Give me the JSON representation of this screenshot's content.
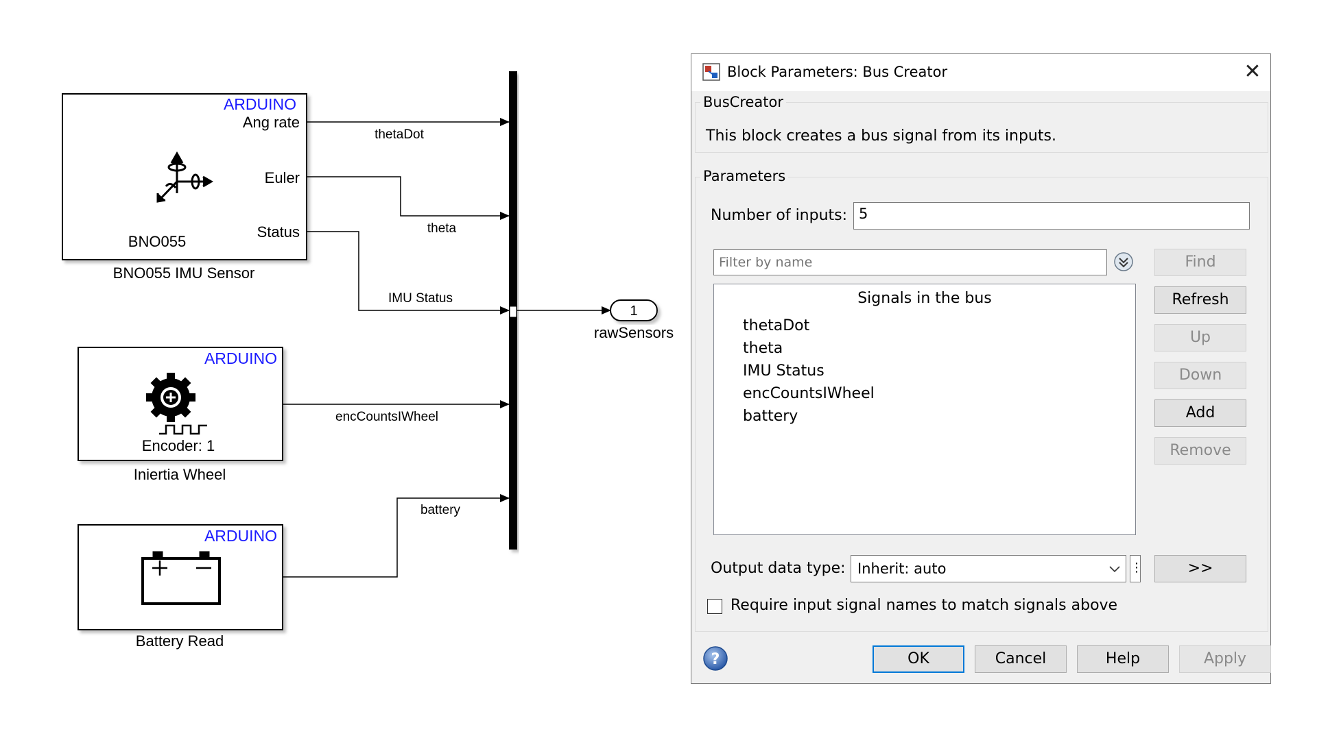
{
  "diagram": {
    "blocks": [
      {
        "vendor": "ARDUINO",
        "ports_out": [
          "Ang rate",
          "Euler",
          "Status"
        ],
        "inner_label": "BNO055",
        "caption": "BNO055 IMU  Sensor",
        "icon": "imu-axes-icon"
      },
      {
        "vendor": "ARDUINO",
        "inner_label": "Encoder: 1",
        "caption": "Iniertia Wheel",
        "icon": "encoder-gear-icon"
      },
      {
        "vendor": "ARDUINO",
        "caption": "Battery Read",
        "icon": "battery-icon"
      }
    ],
    "signals": [
      "thetaDot",
      "theta",
      "IMU Status",
      "encCountsIWheel",
      "battery"
    ],
    "outport": {
      "number": "1",
      "name": "rawSensors"
    },
    "colors": {
      "vendor": "#1a1aff",
      "line": "#000000"
    }
  },
  "dialog": {
    "title": "Block Parameters: Bus Creator",
    "close_icon": "close-icon",
    "section_block": "BusCreator",
    "description": "This block creates a bus signal from its inputs.",
    "section_parameters": "Parameters",
    "num_inputs_label": "Number of inputs:",
    "num_inputs_value": "5",
    "filter_placeholder": "Filter by name",
    "signals_header": "Signals in the bus",
    "signals": [
      "thetaDot",
      "theta",
      "IMU Status",
      "encCountsIWheel",
      "battery"
    ],
    "side_buttons": {
      "find": "Find",
      "refresh": "Refresh",
      "up": "Up",
      "down": "Down",
      "add": "Add",
      "remove": "Remove"
    },
    "output_type_label": "Output data type:",
    "output_type_value": "Inherit: auto",
    "expand_button": ">>",
    "checkbox_label": "Require input signal names to match signals above",
    "footer": {
      "ok": "OK",
      "cancel": "Cancel",
      "help": "Help",
      "apply": "Apply"
    },
    "accent_color": "#0078d7"
  }
}
